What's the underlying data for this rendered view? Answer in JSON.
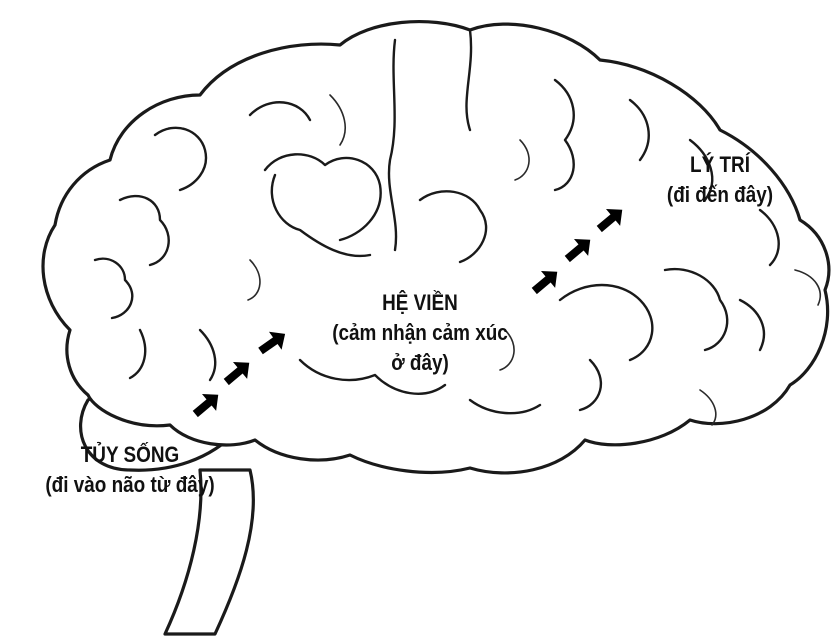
{
  "labels": {
    "spinal_cord": {
      "title": "TỦY SỐNG",
      "sub": "(đi vào não từ đây)"
    },
    "limbic": {
      "title": "HỆ VIỀN",
      "sub_line1": "(cảm nhận cảm xúc",
      "sub_line2": "ở đây)"
    },
    "reason": {
      "title": "LÝ TRÍ",
      "sub": "(đi đến đây)"
    }
  },
  "colors": {
    "outline": "#1a1a1a",
    "arrow": "#000000",
    "background": "#ffffff"
  },
  "arrows": {
    "spinal_to_limbic": 3,
    "limbic_to_reason": 3
  }
}
